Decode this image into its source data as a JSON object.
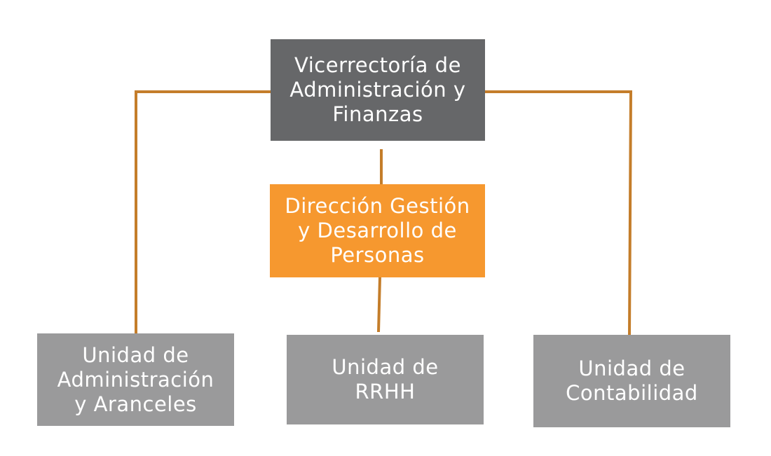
{
  "colors": {
    "dark_box": "#666769",
    "accent_box": "#f6982f",
    "light_box": "#9a9a9b",
    "connector": "#c47d2a",
    "text": "#ffffff"
  },
  "nodes": {
    "vicerrectoria": "Vicerrectoría de\nAdministración y\nFinanzas",
    "direccion": "Dirección Gestión\ny Desarrollo de\nPersonas",
    "administracion": "Unidad de\nAdministración\ny Aranceles",
    "rrhh": "Unidad de\nRRHH",
    "contabilidad": "Unidad de\nContabilidad"
  }
}
